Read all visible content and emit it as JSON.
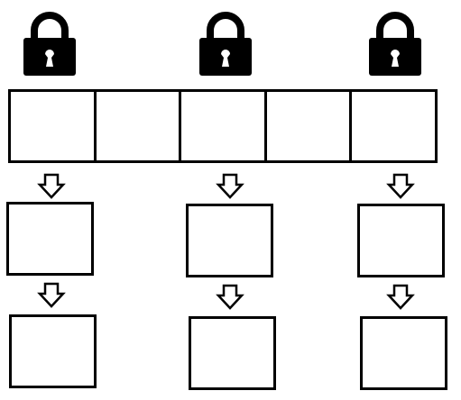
{
  "diagram": {
    "lock_icon": "padlock-icon",
    "arrow_icon": "down-arrow-icon",
    "lock_color": "#000000",
    "line_color": "#000000",
    "background_color": "#ffffff",
    "locks": 3,
    "strip_cells": 5,
    "columns": 3,
    "boxes_per_column": 2
  }
}
